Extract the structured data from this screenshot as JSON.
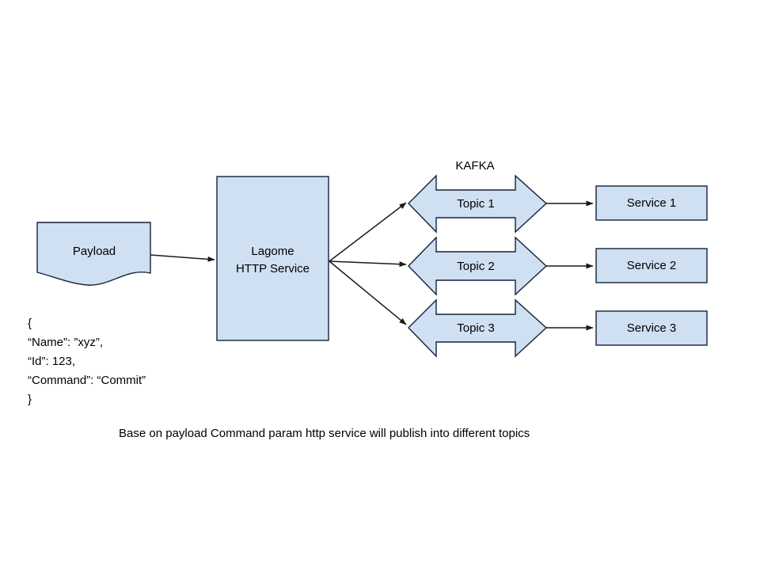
{
  "diagram": {
    "title": "Lagom HTTP Service publishing to Kafka topics",
    "colors": {
      "node_fill": "#cfe0f2",
      "node_stroke": "#15213b",
      "connector": "#1a1a1a",
      "background": "#ffffff",
      "text": "#000000"
    },
    "source": {
      "name": "payload-document",
      "label": "Payload"
    },
    "service": {
      "name": "lagome-http-service",
      "label_line1": "Lagome",
      "label_line2": "HTTP Service"
    },
    "kafka": {
      "label": "KAFKA",
      "topics": [
        {
          "label": "Topic 1"
        },
        {
          "label": "Topic 2"
        },
        {
          "label": "Topic 3"
        }
      ]
    },
    "consumers": [
      {
        "label": "Service 1"
      },
      {
        "label": "Service 2"
      },
      {
        "label": "Service 3"
      }
    ],
    "payload_json": {
      "line1": "{",
      "line2": "“Name”: ”xyz”,",
      "line3": "“Id”: 123,",
      "line4": "“Command”: “Commit”",
      "line5": "}"
    },
    "caption": "Base on payload Command param http service will publish into different topics"
  }
}
